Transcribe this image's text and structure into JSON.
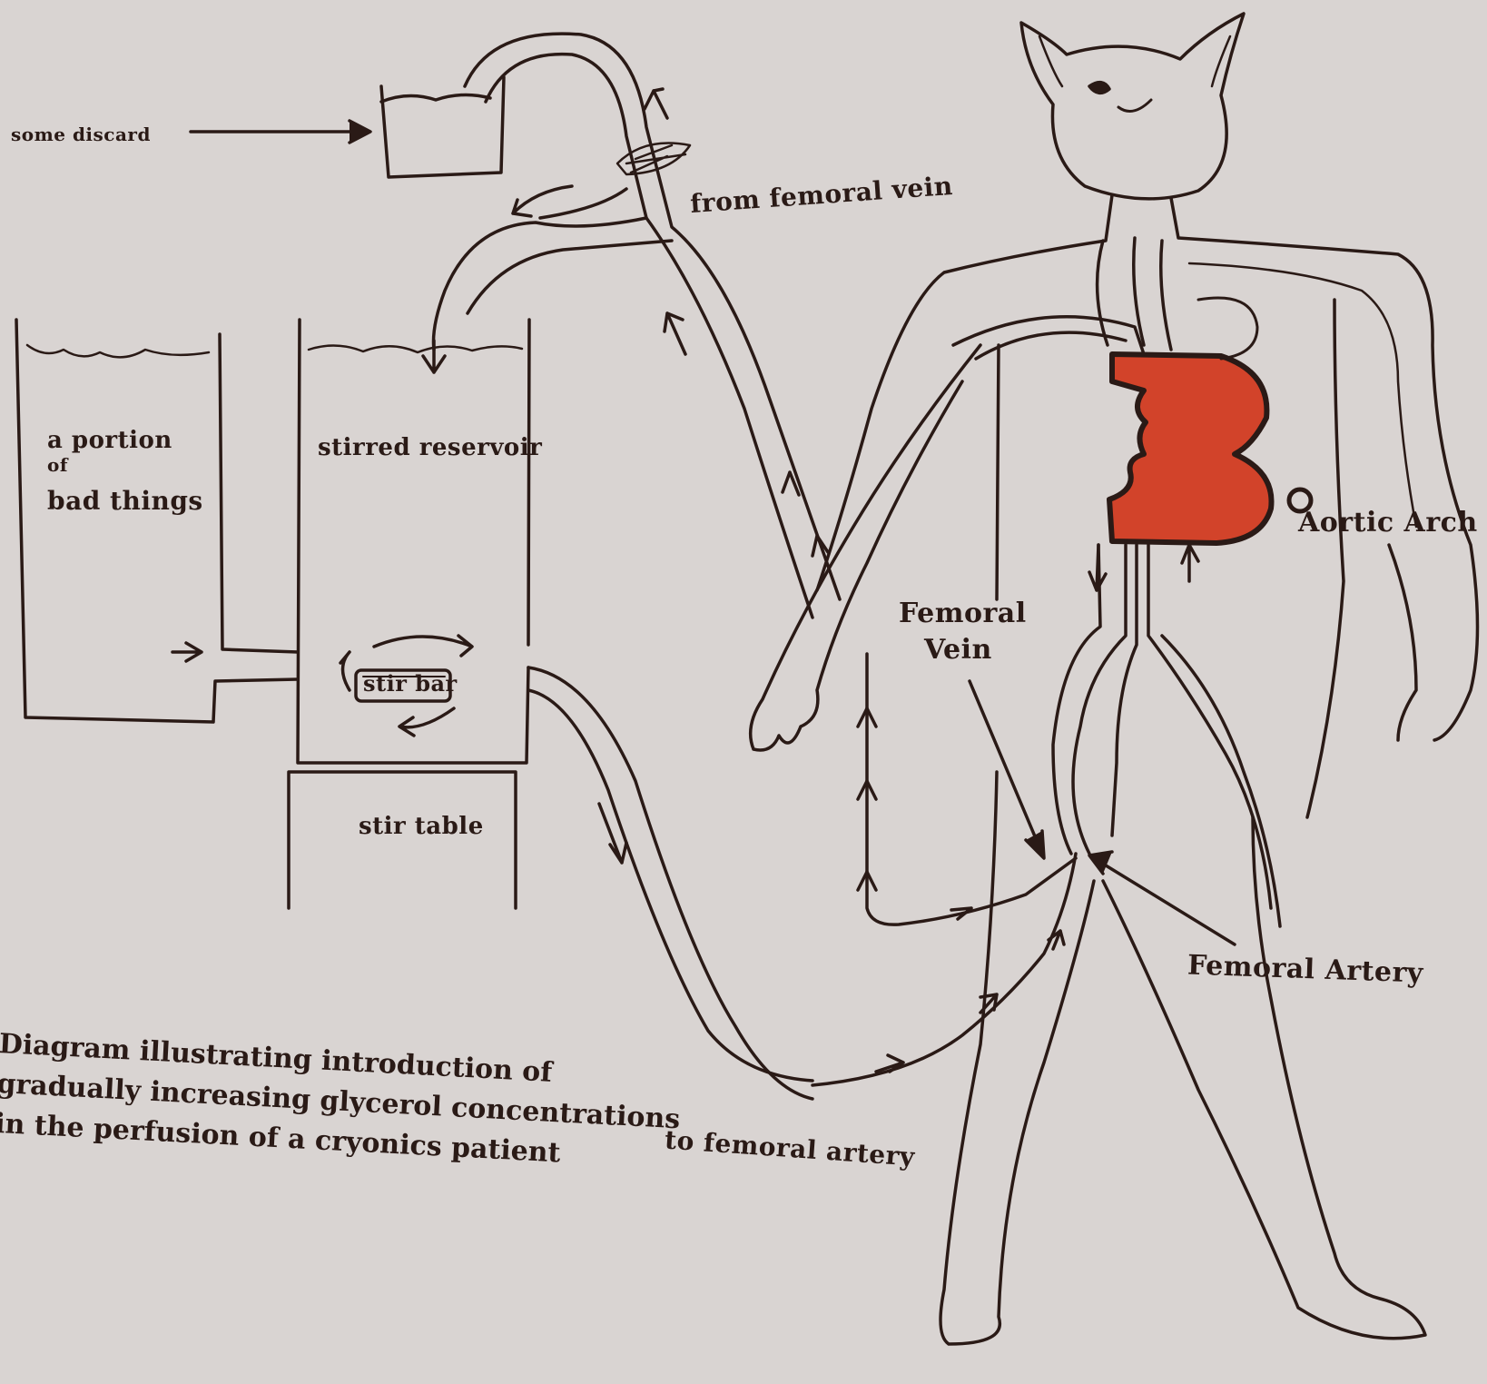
{
  "labels": {
    "some_discard": "some discard",
    "from_femoral_vein": "from femoral vein",
    "portion_line1": "a portion",
    "portion_line2": "of",
    "portion_line3": "bad things",
    "stirred_reservoir": "stirred reservoir",
    "stir_bar": "stir bar",
    "stir_table": "stir table",
    "to_femoral_artery": "to femoral artery",
    "femoral_vein_line1": "Femoral",
    "femoral_vein_line2": "Vein",
    "femoral_artery": "Femoral Artery",
    "aortic_arch": "Aortic Arch",
    "heart_letter": "B"
  },
  "caption": {
    "line1": "Diagram illustrating introduction of",
    "line2": "gradually increasing glycerol concentrations",
    "line3": "in the perfusion of a cryonics patient"
  },
  "colors": {
    "ink": "#2a1a16",
    "paper": "#d9d4d2",
    "heart": "#d2432a"
  }
}
